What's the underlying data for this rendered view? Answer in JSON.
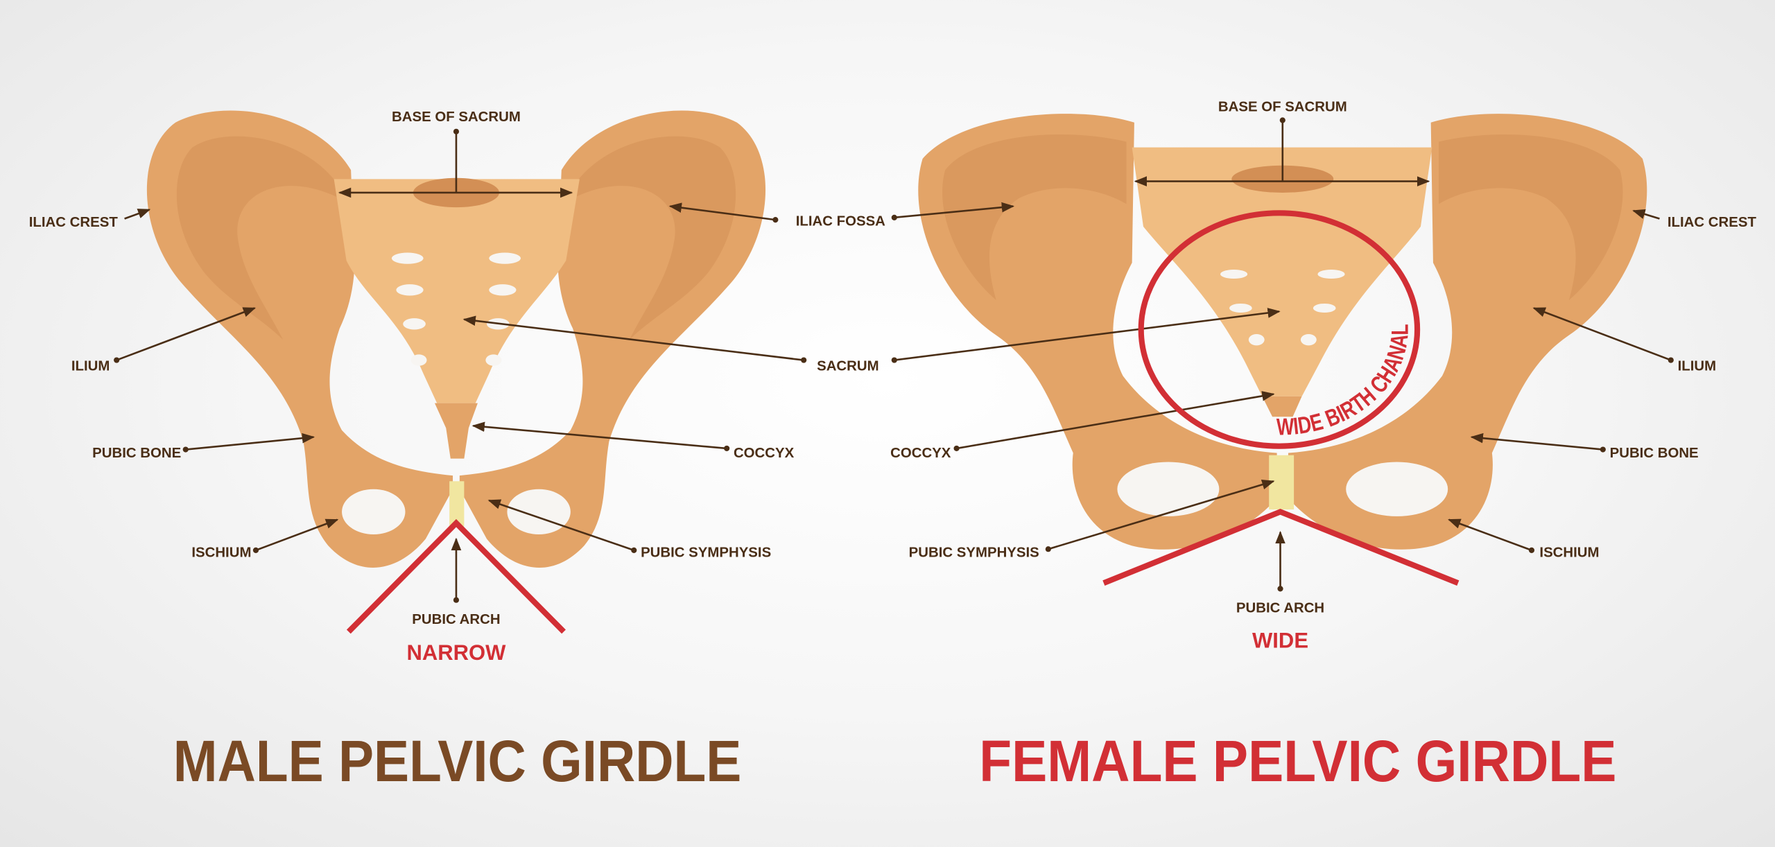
{
  "male": {
    "title": "MALE PELVIC GIRDLE",
    "labels": {
      "base_of_sacrum": "BASE OF SACRUM",
      "iliac_crest": "ILIAC CREST",
      "iliac_fossa": "ILIAC FOSSA",
      "ilium": "ILIUM",
      "pubic_bone": "PUBIC BONE",
      "coccyx": "COCCYX",
      "ischium": "ISCHIUM",
      "pubic_symphysis": "PUBIC SYMPHYSIS",
      "pubic_arch": "PUBIC ARCH",
      "arch_type": "NARROW"
    }
  },
  "shared": {
    "sacrum": "SACRUM"
  },
  "female": {
    "title": "FEMALE PELVIC GIRDLE",
    "labels": {
      "base_of_sacrum": "BASE OF SACRUM",
      "iliac_crest": "ILIAC CREST",
      "ilium": "ILIUM",
      "pubic_bone": "PUBIC BONE",
      "coccyx": "COCCYX",
      "ischium": "ISCHIUM",
      "pubic_symphysis": "PUBIC SYMPHYSIS",
      "pubic_arch": "PUBIC ARCH",
      "arch_type": "WIDE",
      "birth_canal": "WIDE BIRTH CHANAL"
    }
  },
  "colors": {
    "male_title": "#7a4a25",
    "female_title": "#d22f35",
    "accent_red": "#d22f35",
    "bone": "#e3a468"
  }
}
